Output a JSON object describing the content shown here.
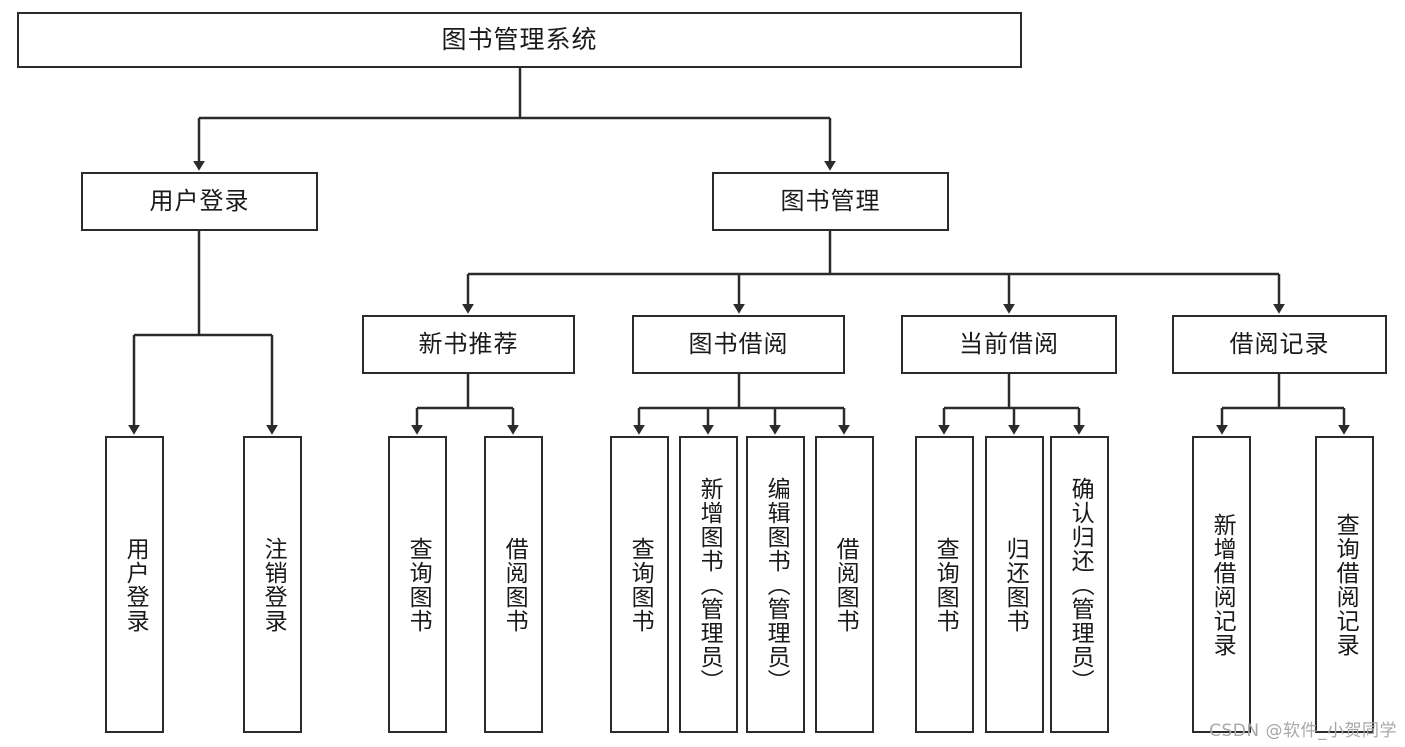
{
  "diagram": {
    "title": "图书管理系统",
    "type": "tree-hierarchy",
    "watermark": "CSDN @软件_小贺同学",
    "colors": {
      "stroke": "#2b2b2b",
      "fill": "#ffffff",
      "text": "#1a1a1a",
      "watermark": "#a8a8a8"
    },
    "root": {
      "label": "图书管理系统"
    },
    "level1": [
      {
        "label": "用户登录"
      },
      {
        "label": "图书管理"
      }
    ],
    "level2": [
      {
        "label": "新书推荐"
      },
      {
        "label": "图书借阅"
      },
      {
        "label": "当前借阅"
      },
      {
        "label": "借阅记录"
      }
    ],
    "leaves": {
      "user_login": [
        {
          "label": "用户登录"
        },
        {
          "label": "注销登录"
        }
      ],
      "new_book_recommend": [
        {
          "label": "查询图书"
        },
        {
          "label": "借阅图书"
        }
      ],
      "book_borrow": [
        {
          "label": "查询图书"
        },
        {
          "label": "新增图书（管理员）"
        },
        {
          "label": "编辑图书（管理员）"
        },
        {
          "label": "借阅图书"
        }
      ],
      "current_borrow": [
        {
          "label": "查询图书"
        },
        {
          "label": "归还图书"
        },
        {
          "label": "确认归还（管理员）"
        }
      ],
      "borrow_record": [
        {
          "label": "新增借阅记录"
        },
        {
          "label": "查询借阅记录"
        }
      ]
    }
  }
}
